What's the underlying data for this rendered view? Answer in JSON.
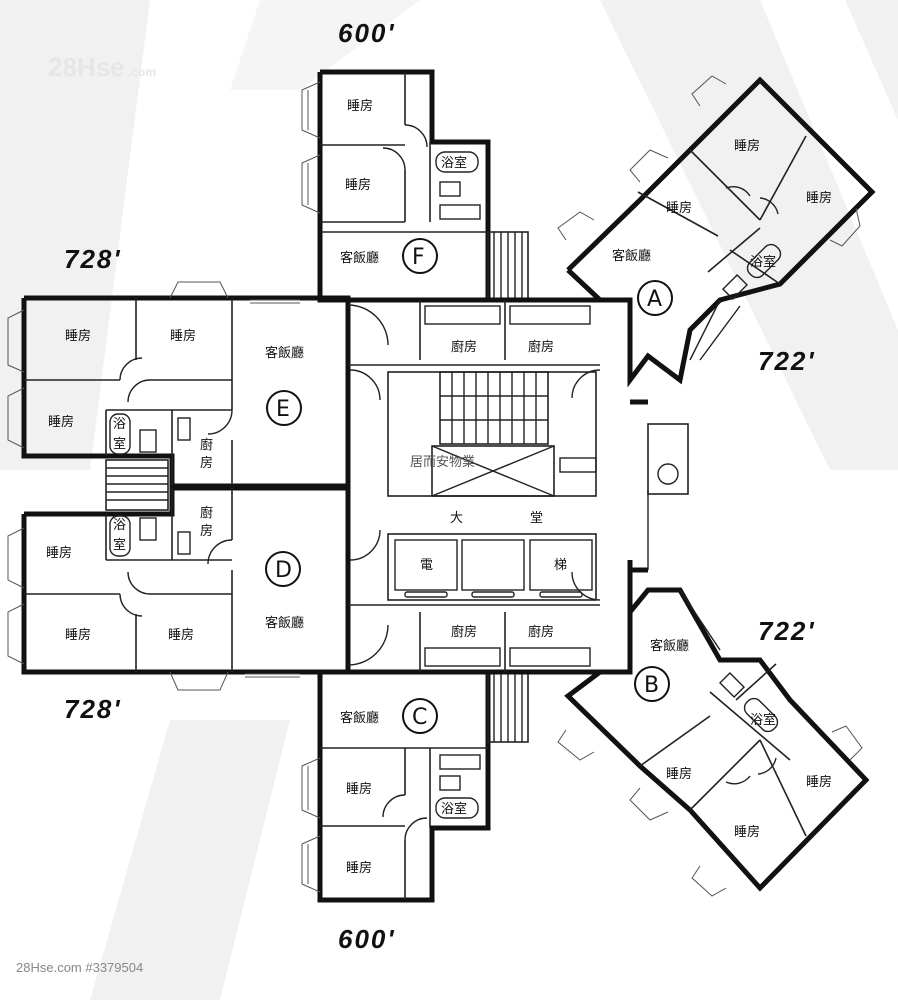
{
  "watermark": {
    "brand": "28Hse",
    "domain": ".com"
  },
  "area_labels": {
    "top": "600'",
    "bottom": "600'",
    "left_top": "728'",
    "left_bottom": "728'",
    "right_top": "722'",
    "right_bottom": "722'"
  },
  "units": {
    "A": "A",
    "B": "B",
    "C": "C",
    "D": "D",
    "E": "E",
    "F": "F"
  },
  "rooms": {
    "bedroom": "睡房",
    "living_dining": "客飯廳",
    "bathroom": "浴室",
    "bathroom_top": "浴",
    "bathroom_bottom": "室",
    "kitchen": "廚房",
    "kitchen_top": "廚",
    "kitchen_bottom": "房"
  },
  "core": {
    "lobby_left": "大",
    "lobby_right": "堂",
    "lift_left": "電",
    "lift_right": "梯",
    "management": "居而安物業"
  },
  "footer": {
    "listing": "28Hse.com #3379504"
  }
}
